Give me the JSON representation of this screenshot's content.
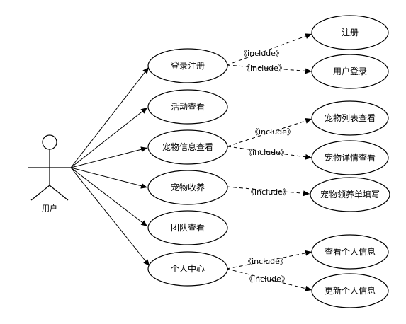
{
  "actor": {
    "label": "用户"
  },
  "use_cases": {
    "login_register": "登录注册",
    "activity_view": "活动查看",
    "pet_info_view": "宠物信息查看",
    "pet_adopt": "宠物收养",
    "team_view": "团队查看",
    "personal_center": "个人中心"
  },
  "sub_cases": {
    "register": "注册",
    "user_login": "用户登录",
    "pet_list_view": "宠物列表查看",
    "pet_detail_view": "宠物详情查看",
    "pet_adopt_form": "宠物领养单填写",
    "view_personal_info": "查看个人信息",
    "update_personal_info": "更新个人信息"
  },
  "relation_label": "《include》"
}
